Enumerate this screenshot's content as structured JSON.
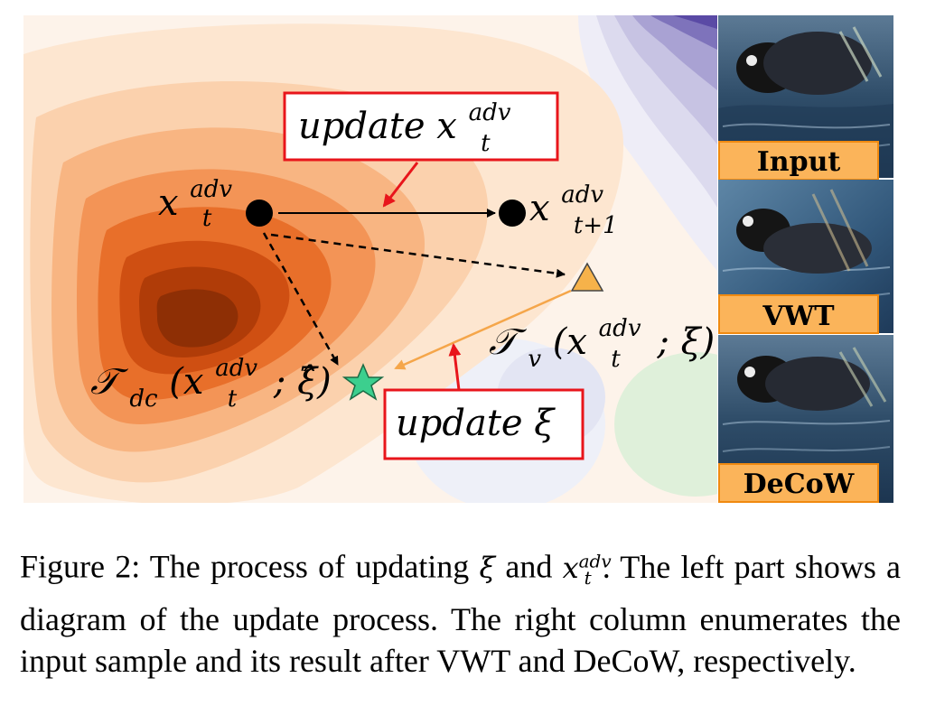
{
  "diagram": {
    "labels": {
      "update_x": "update x",
      "update_x_sup": "adv",
      "update_x_sub": "t",
      "x_t": "x",
      "x_t_sup": "adv",
      "x_t_sub": "t",
      "x_t1": "x",
      "x_t1_sup": "adv",
      "x_t1_sub": "t+1",
      "tv_label": "𝒯",
      "tv_sub": "v",
      "tv_args": "(x",
      "tv_args_sup": "adv",
      "tv_args_sub": "t",
      "tv_args_end": "; ξ)",
      "tdc_label": "𝒯",
      "tdc_sub": "dc",
      "tdc_args": "(x",
      "tdc_args_sup": "adv",
      "tdc_args_sub": "t",
      "tdc_args_end": "; ξ̂)",
      "update_xi": "update ξ"
    },
    "samples": [
      {
        "label": "Input"
      },
      {
        "label": "VWT"
      },
      {
        "label": "DeCoW"
      }
    ],
    "colors": {
      "red_box": "#e8151b",
      "orange_arrow": "#f5a64a",
      "triangle": "#f6b24a",
      "star": "#3ccf8e",
      "label_box": "#fbb45a",
      "label_border": "#f08a10"
    }
  },
  "caption": {
    "prefix": "Figure 2: The process of updating",
    "xi": "ξ",
    "and": "and",
    "x": "x",
    "x_sup": "adv",
    "x_sub": "t",
    "rest": ". The left part shows a diagram of the update process. The right column enumerates the input sample and its result after VWT and DeCoW, respectively."
  }
}
